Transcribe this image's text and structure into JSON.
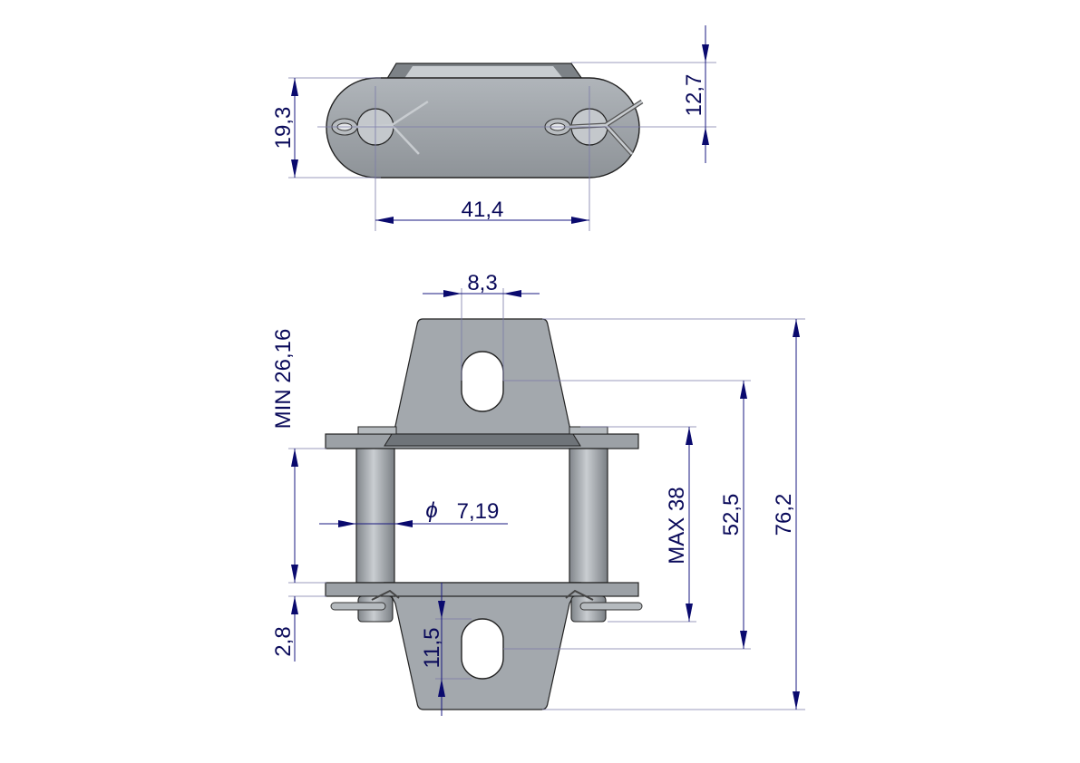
{
  "colors": {
    "dimension": "#0a0a5a",
    "metal": "#a3a8ad",
    "background": "#ffffff"
  },
  "top_view": {
    "dim_height": "19,3",
    "dim_offset": "12,7",
    "dim_pitch": "41,4"
  },
  "front_view": {
    "dim_slot_width": "8,3",
    "dim_min_inner": "MIN 26,16",
    "dim_pin_diameter": "7,19",
    "diameter_symbol": "ϕ",
    "dim_plate_thickness": "2,8",
    "dim_slot_height": "11,5",
    "dim_max_outer": "MAX 38",
    "dim_hole_spacing": "52,5",
    "dim_total_height": "76,2"
  }
}
